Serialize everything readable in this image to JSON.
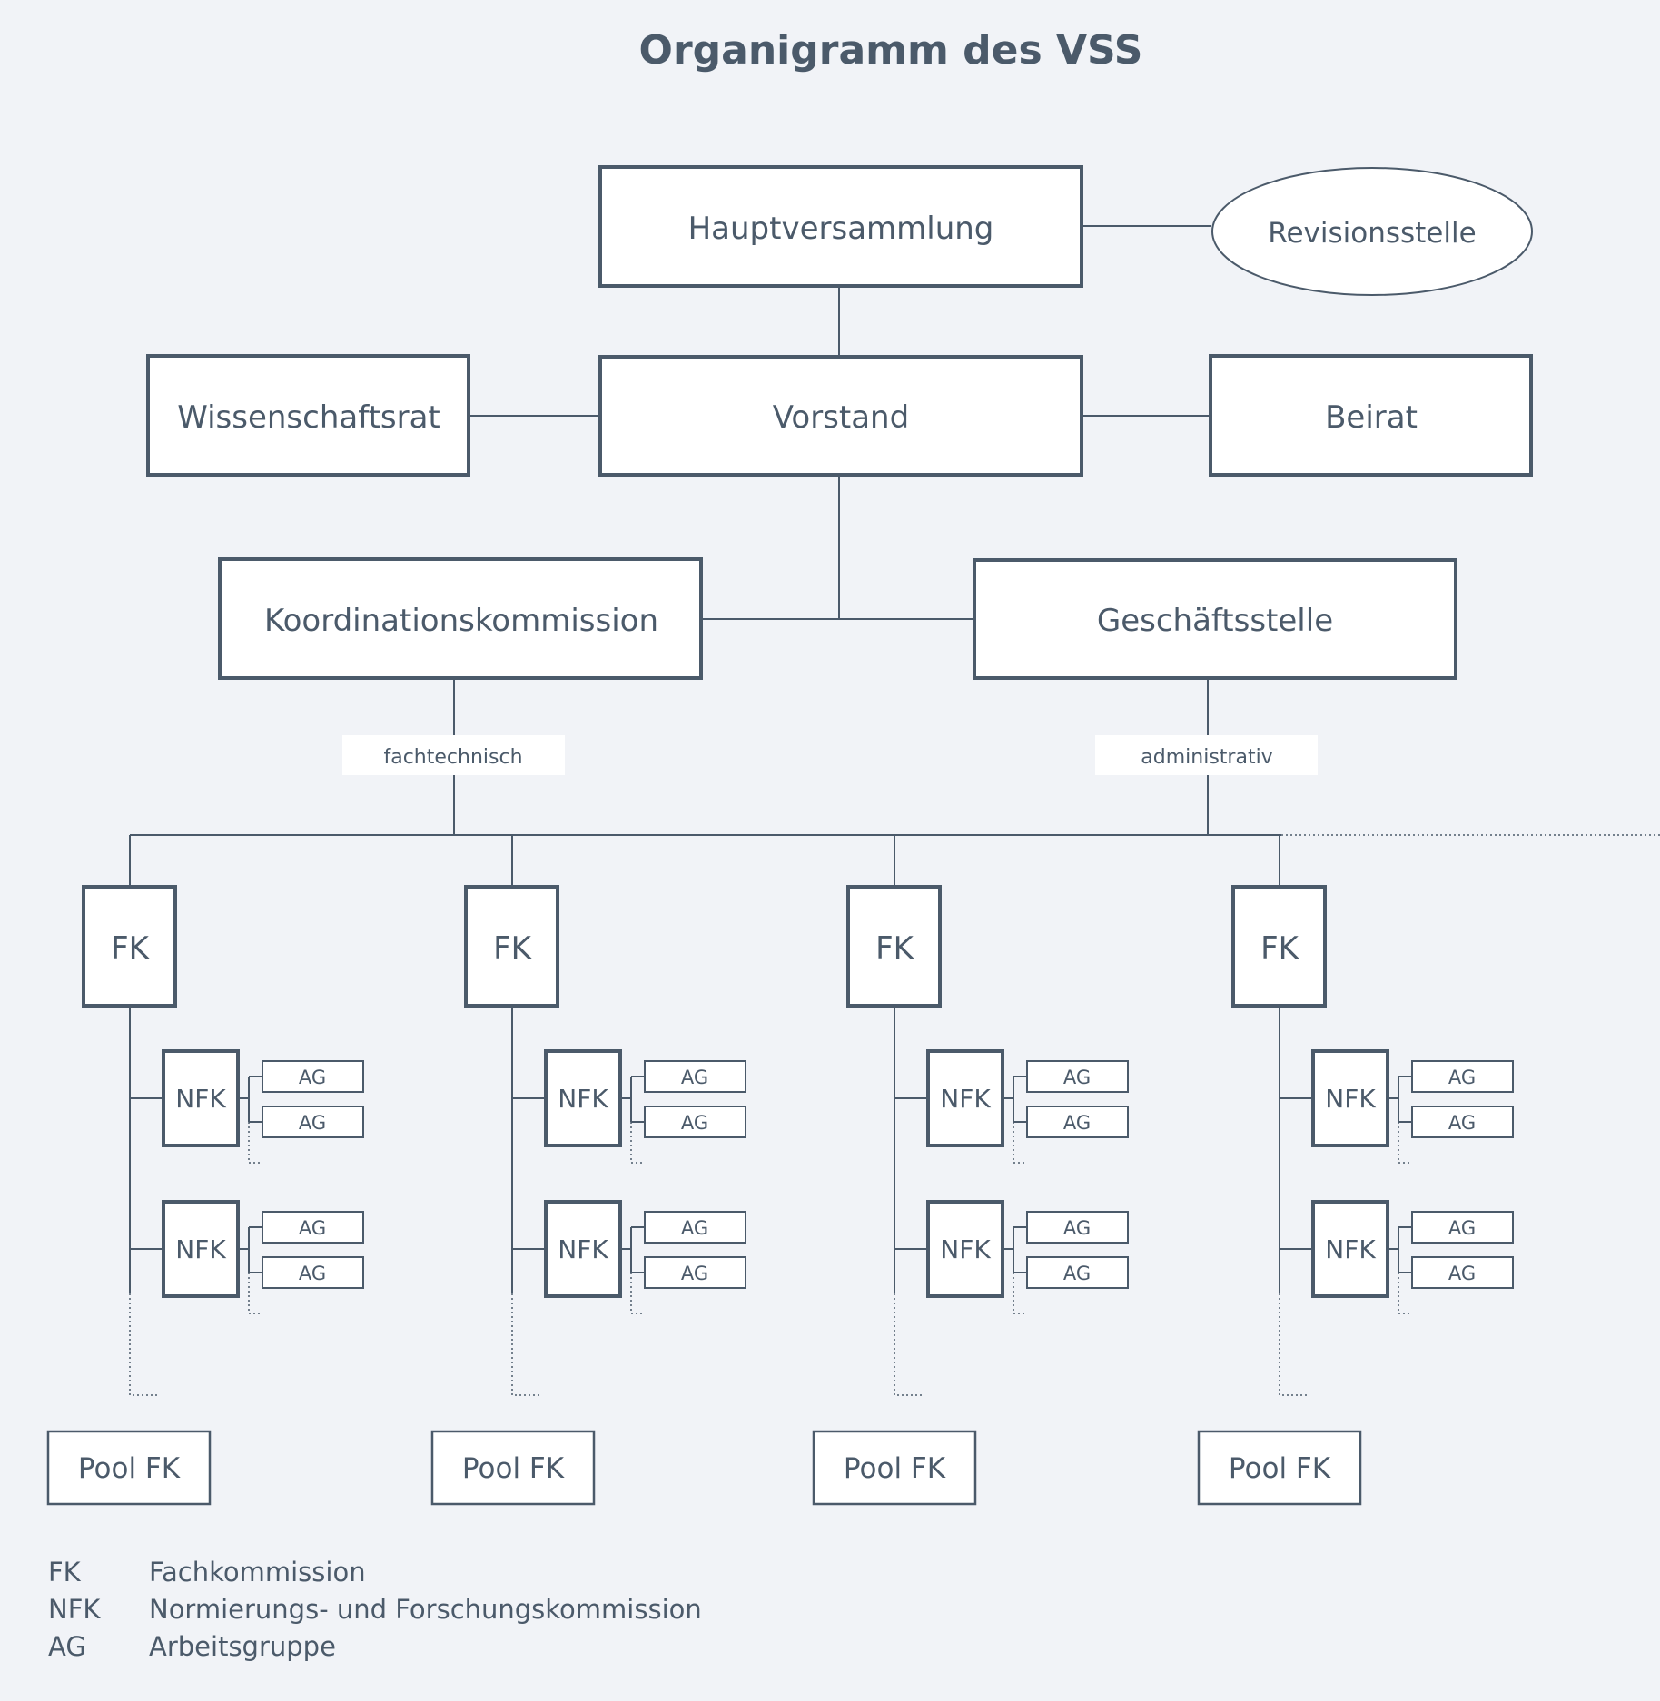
{
  "title": "Organigramm des VSS",
  "top": {
    "hauptversammlung": "Hauptversammlung",
    "revisionsstelle": "Revisionsstelle",
    "wissenschaftsrat": "Wissenschaftsrat",
    "vorstand": "Vorstand",
    "beirat": "Beirat",
    "koordinationskommission": "Koordinationskommission",
    "geschaeftsstelle": "Geschäftsstelle"
  },
  "tags": {
    "fachtechnisch": "fachtechnisch",
    "administrativ": "administrativ"
  },
  "columns": [
    {
      "fk": "FK",
      "nfk": [
        "NFK",
        "NFK"
      ],
      "ag": [
        "AG",
        "AG"
      ],
      "pool": "Pool FK"
    },
    {
      "fk": "FK",
      "nfk": [
        "NFK",
        "NFK"
      ],
      "ag": [
        "AG",
        "AG"
      ],
      "pool": "Pool FK"
    },
    {
      "fk": "FK",
      "nfk": [
        "NFK",
        "NFK"
      ],
      "ag": [
        "AG",
        "AG"
      ],
      "pool": "Pool FK"
    },
    {
      "fk": "FK",
      "nfk": [
        "NFK",
        "NFK"
      ],
      "ag": [
        "AG",
        "AG"
      ],
      "pool": "Pool FK"
    }
  ],
  "legend": [
    {
      "abbr": "FK",
      "text": "Fachkommission"
    },
    {
      "abbr": "NFK",
      "text": "Normierungs- und Forschungskommission"
    },
    {
      "abbr": "AG",
      "text": "Arbeitsgruppe"
    }
  ]
}
